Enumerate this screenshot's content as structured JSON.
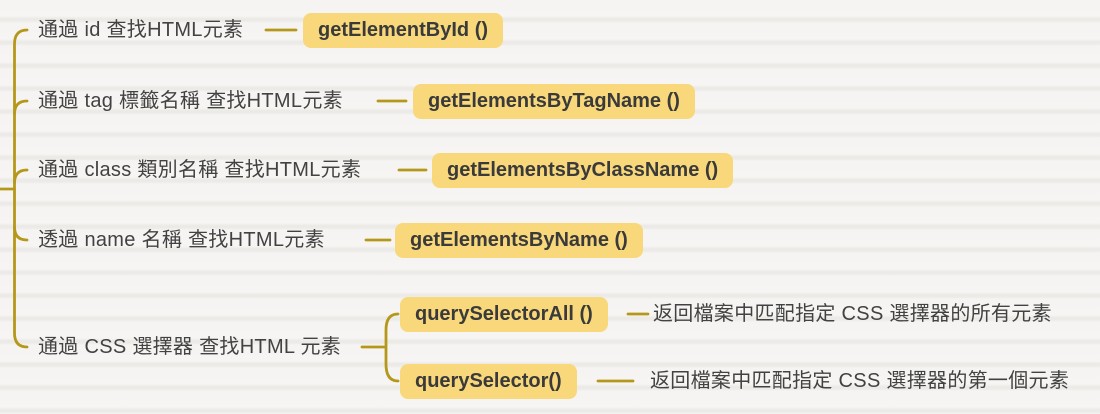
{
  "colors": {
    "background": "#f5f4f2",
    "ruled_line": "#ebe9e6",
    "connector_line": "#b5981a",
    "node_fill": "#f8d87b",
    "node_text": "#3a3a3a",
    "branch_text": "#424242"
  },
  "mindmap": {
    "branches": [
      {
        "label": "通過 id 查找HTML元素",
        "method": "getElementById ()"
      },
      {
        "label": "通過 tag 標籤名稱 查找HTML元素",
        "method": "getElementsByTagName ()"
      },
      {
        "label": "通過 class 類別名稱 查找HTML元素",
        "method": "getElementsByClassName ()"
      },
      {
        "label": "透過 name 名稱 查找HTML元素",
        "method": "getElementsByName ()"
      },
      {
        "label": "通過 CSS 選擇器 查找HTML 元素",
        "children": [
          {
            "method": "querySelectorAll ()",
            "description": "返回檔案中匹配指定 CSS 選擇器的所有元素"
          },
          {
            "method": "querySelector()",
            "description": "返回檔案中匹配指定 CSS 選擇器的第一個元素"
          }
        ]
      }
    ]
  }
}
